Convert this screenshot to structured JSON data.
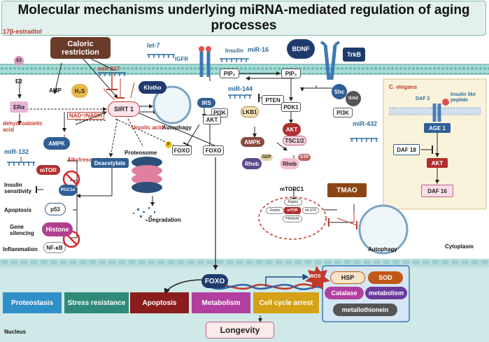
{
  "title": "Molecular mechanisms underlying miRNA-mediated regulation of aging processes",
  "top_left": {
    "estradiol": "17β-estradiol",
    "e2_circle": "E2",
    "e2": "E2",
    "era": "ERα",
    "caloric": "Caloric restriction",
    "mir217": "miR-217",
    "h2s": "H₂S",
    "klotho": "Klotho",
    "amp": "AMP",
    "sirt1": "SIRT 1",
    "dehydro": "dehydroabietic acid",
    "nad": "NAD⁺/NADH",
    "ursolic": "Ursolic acid",
    "autophagy1": "Autophagy",
    "mir132": "miR-132",
    "ampk": "AMPK",
    "mtor": "mTOR",
    "alkyl": "Alkylresorcinols",
    "proteosome": "Proteosome",
    "deacetylate": "Deacetylate",
    "degradation": "Degradation"
  },
  "left_effects": {
    "insulin_sensitivity": "Insulin sensitivity",
    "apoptosis": "Apoptosis",
    "gene_silencing": "Gene silencing",
    "inflammation": "Inflammation",
    "pgc1a": "PGC1α",
    "p53": "p53",
    "histone": "Histone",
    "nfkb": "NF-κB"
  },
  "center": {
    "let7": "let-7",
    "igfr": "IGFR",
    "insulin": "Insulin",
    "mir16": "miR-16",
    "pip2": "PIP₂",
    "pip3": "PIP₃",
    "mir144": "miR-144",
    "irs": "IRS",
    "pi3k": "PI3K",
    "pten": "PTEN",
    "pdk1": "PDK1",
    "akt": "AKT",
    "foxo1": "FOXO",
    "foxo2": "FOXO",
    "p": "P",
    "lkb1": "LKB1",
    "ampk2": "AMPK",
    "akt2": "AKT",
    "tsc": "TSC1/2",
    "rheb1": "Rheb",
    "gdp": "GDP",
    "rheb2": "Rheb",
    "gtp": "GTP",
    "mtorc1": "mTORC1",
    "raptor": "Raptor",
    "deptor": "Deptor",
    "mtor2": "mTOR",
    "mlst8": "mLST8",
    "pras40": "PRAS40",
    "tmao": "TMAO",
    "autophagy2": "Autophagy",
    "cytoplasm": "Cytoplasm"
  },
  "top_right": {
    "bdnf": "BDNF",
    "trkb": "TrkB",
    "shc": "Shc",
    "grb2": "Grb2",
    "pi3k2": "PI3K",
    "mir432": "miR-432"
  },
  "celegans": {
    "title": "C. elegans",
    "daf2": "DAF 2",
    "ilp": "Insulin like peptide",
    "age1": "AGE 1",
    "daf18": "DAF 18",
    "akt": "AKT",
    "daf16": "DAF 16"
  },
  "nucleus": {
    "foxo": "FOXO",
    "ros": "↓ROS",
    "hsp": "HSP",
    "sod": "SOD",
    "catalase": "Catalase",
    "metabolism_right": "metabolism",
    "metallothionein": "metallothionein",
    "proteostasis": "Proteostasis",
    "stress": "Stress resistance",
    "apoptosis": "Apoptosis",
    "metabolism": "Metabolism",
    "cell_cycle": "Cell cycle arrest",
    "nucleus": "Nucleus",
    "longevity": "Longevity"
  },
  "colors": {
    "membrane": "#7ec8c0",
    "nucleus_bg": "#c8e4e4",
    "inhibit": "#c0392b",
    "mirna": "#2d6d9a",
    "proteostasis": "#2f8fc8",
    "stress": "#2f8a7a",
    "apoptosis": "#8b1d1d",
    "metabolism": "#b23ea0",
    "cell_cycle": "#d4a117"
  }
}
